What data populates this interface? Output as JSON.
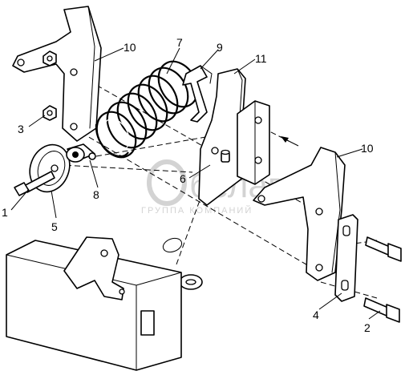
{
  "watermark": {
    "brand": "белаг",
    "tagline": "ГРУППА КОМПАНИЙ",
    "color": "#d3d3d3"
  },
  "callouts": [
    {
      "id": "1",
      "label": "1"
    },
    {
      "id": "2",
      "label": "2"
    },
    {
      "id": "3",
      "label": "3"
    },
    {
      "id": "4",
      "label": "4"
    },
    {
      "id": "5",
      "label": "5"
    },
    {
      "id": "6",
      "label": "6"
    },
    {
      "id": "7",
      "label": "7"
    },
    {
      "id": "8",
      "label": "8"
    },
    {
      "id": "9",
      "label": "9"
    },
    {
      "id": "10a",
      "label": "10"
    },
    {
      "id": "10b",
      "label": "10"
    },
    {
      "id": "11",
      "label": "11"
    }
  ]
}
